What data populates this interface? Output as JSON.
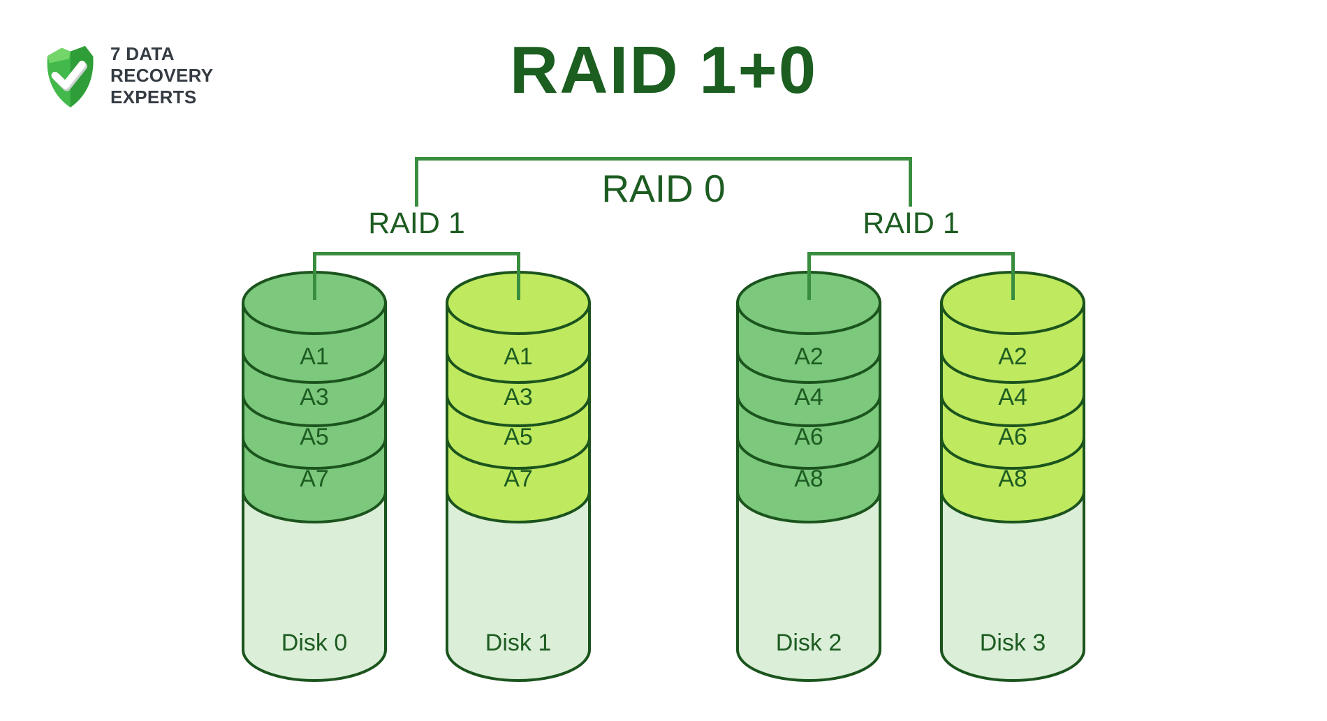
{
  "logo": {
    "lines": [
      "7 DATA",
      "RECOVERY",
      "EXPERTS"
    ],
    "icon": "shield-check-icon"
  },
  "title": "RAID 1+0",
  "tree": {
    "root_label": "RAID 0",
    "groups": [
      {
        "label": "RAID 1",
        "disks": [
          "Disk 0",
          "Disk 1"
        ]
      },
      {
        "label": "RAID 1",
        "disks": [
          "Disk 2",
          "Disk 3"
        ]
      }
    ]
  },
  "disks": [
    {
      "name": "Disk 0",
      "variant": "dark-green",
      "blocks": [
        "A1",
        "A3",
        "A5",
        "A7"
      ]
    },
    {
      "name": "Disk 1",
      "variant": "light-green",
      "blocks": [
        "A1",
        "A3",
        "A5",
        "A7"
      ]
    },
    {
      "name": "Disk 2",
      "variant": "dark-green",
      "blocks": [
        "A2",
        "A4",
        "A6",
        "A8"
      ]
    },
    {
      "name": "Disk 3",
      "variant": "light-green",
      "blocks": [
        "A2",
        "A4",
        "A6",
        "A8"
      ]
    }
  ],
  "colors": {
    "background": "#ffffff",
    "disk_dark": "#7cc87d",
    "disk_light": "#bfe95f",
    "disk_pale": "#dbeed8",
    "outline": "#1b541d",
    "line_green": "#398d3e",
    "text_green": "#1d5c21",
    "title_green": "#1b5e20",
    "brand_text": "#343b42",
    "shield_green": "#42b94a",
    "shield_dark": "#2f9e38",
    "shield_light": "#74d66a"
  }
}
